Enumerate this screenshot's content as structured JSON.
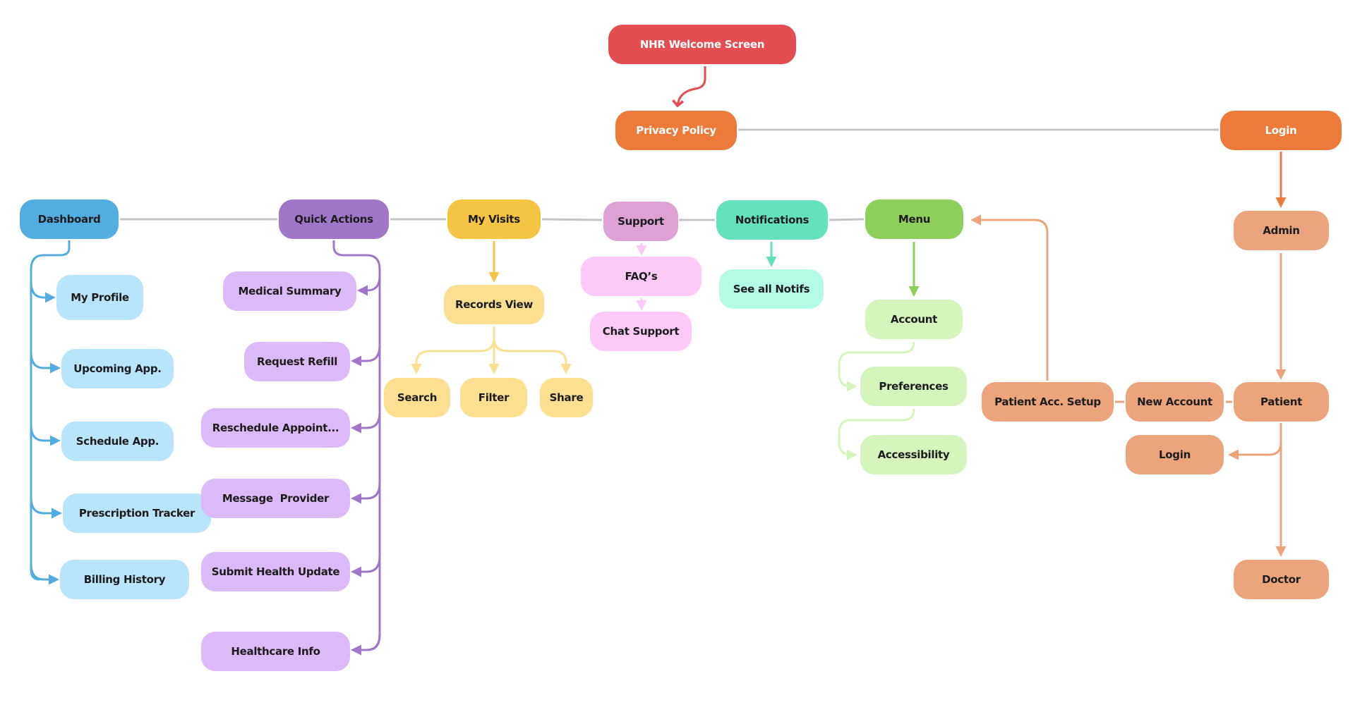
{
  "title": "NHR app sitemap / user flow",
  "colors": {
    "welcome": "#e24e52",
    "top_orange": "#ec7a3b",
    "dashboard": "#54ade0",
    "dashboard_child": "#b8e4fc",
    "quick_actions": "#a077c8",
    "quick_actions_child": "#dcbaf7",
    "visits": "#f5c444",
    "visits_child": "#fddf92",
    "support": "#dea1d6",
    "support_child": "#fdcaf7",
    "notifications": "#64e2bd",
    "notifications_child": "#b4fbe6",
    "menu": "#8fcf5c",
    "menu_child": "#d5f5bd",
    "login_child": "#eba47c",
    "connector_gray": "#c4c4c4"
  },
  "nodes": {
    "welcome": "NHR Welcome Screen",
    "privacy": "Privacy Policy",
    "login": "Login",
    "dashboard": "Dashboard",
    "quick_actions": "Quick Actions",
    "my_visits": "My Visits",
    "support": "Support",
    "notifications": "Notifications",
    "menu": "Menu",
    "admin": "Admin",
    "my_profile": "My Profile",
    "upcoming_app": "Upcoming App.",
    "schedule_app": "Schedule App.",
    "prescription_tracker": "Prescription Tracker",
    "billing_history": "Billing History",
    "medical_summary": "Medical Summary",
    "request_refill": "Request Refill",
    "reschedule_appoint": "Reschedule Appoint...",
    "message_provider": "Message  Provider",
    "submit_health_update": "Submit Health Update",
    "healthcare_info": "Healthcare Info",
    "records_view": "Records View",
    "search": "Search",
    "filter": "Filter",
    "share": "Share",
    "faqs": "FAQ’s",
    "chat_support": "Chat Support",
    "see_all_notifs": "See all Notifs",
    "account": "Account",
    "preferences": "Preferences",
    "accessibility": "Accessibility",
    "patient_acc_setup": "Patient Acc. Setup",
    "new_account": "New Account",
    "patient": "Patient",
    "patient_login": "Login",
    "doctor": "Doctor"
  }
}
